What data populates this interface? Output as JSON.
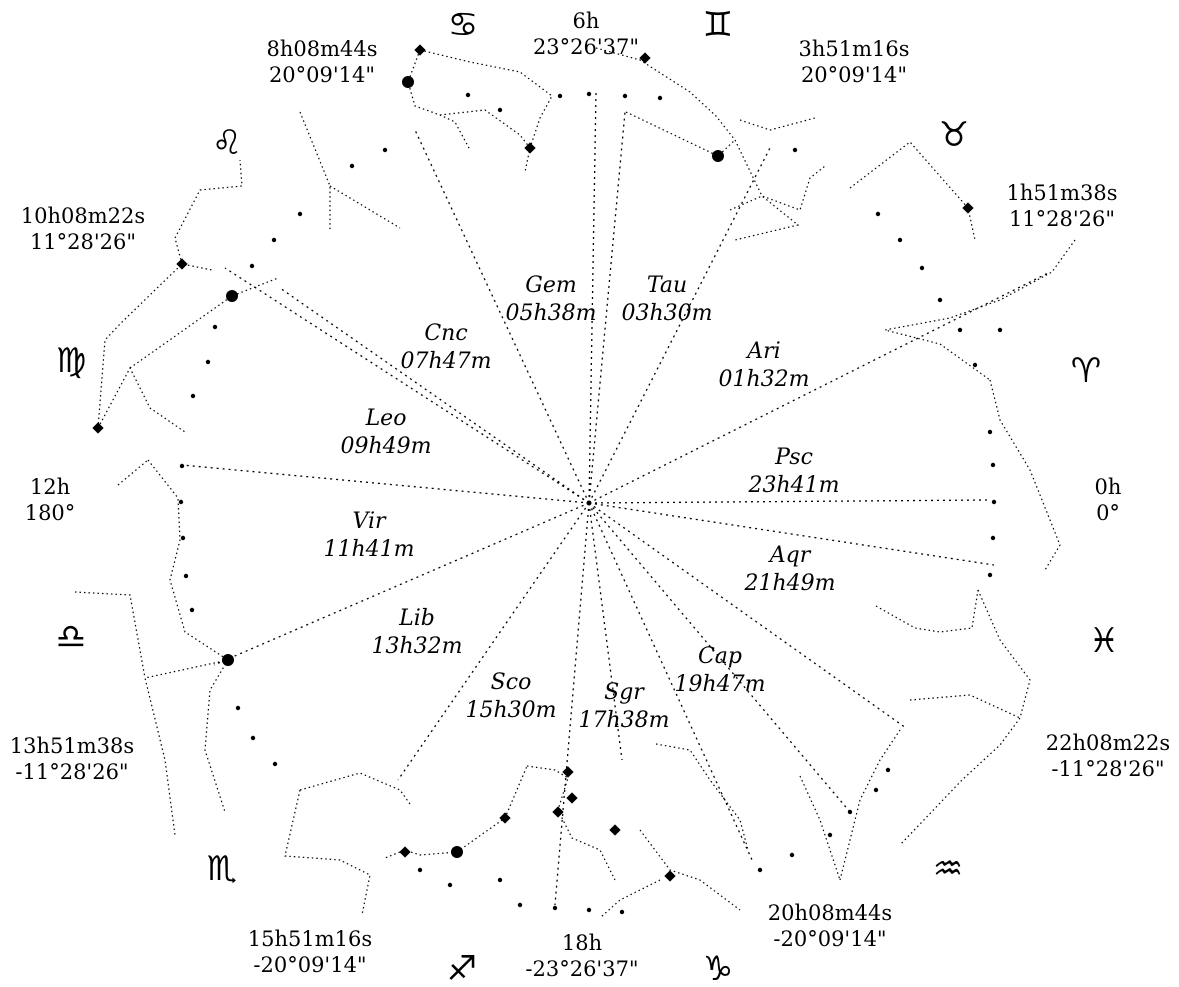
{
  "chart_data": {
    "type": "diagram",
    "boundary_labels": [
      {
        "ra": "6h",
        "dec": "23°26'37\""
      },
      {
        "ra": "8h08m44s",
        "dec": "20°09'14\""
      },
      {
        "ra": "3h51m16s",
        "dec": "20°09'14\""
      },
      {
        "ra": "1h51m38s",
        "dec": "11°28'26\""
      },
      {
        "ra": "10h08m22s",
        "dec": "11°28'26\""
      },
      {
        "ra": "12h",
        "dec": "180°"
      },
      {
        "ra": "0h",
        "dec": "0°"
      },
      {
        "ra": "13h51m38s",
        "dec": "-11°28'26\""
      },
      {
        "ra": "22h08m22s",
        "dec": "-11°28'26\""
      },
      {
        "ra": "15h51m16s",
        "dec": "-20°09'14\""
      },
      {
        "ra": "18h",
        "dec": "-23°26'37\""
      },
      {
        "ra": "20h08m44s",
        "dec": "-20°09'14\""
      }
    ],
    "constellations": [
      {
        "abbr": "Gem",
        "ra": "05h38m"
      },
      {
        "abbr": "Tau",
        "ra": "03h30m"
      },
      {
        "abbr": "Cnc",
        "ra": "07h47m"
      },
      {
        "abbr": "Ari",
        "ra": "01h32m"
      },
      {
        "abbr": "Leo",
        "ra": "09h49m"
      },
      {
        "abbr": "Psc",
        "ra": "23h41m"
      },
      {
        "abbr": "Vir",
        "ra": "11h41m"
      },
      {
        "abbr": "Aqr",
        "ra": "21h49m"
      },
      {
        "abbr": "Lib",
        "ra": "13h32m"
      },
      {
        "abbr": "Cap",
        "ra": "19h47m"
      },
      {
        "abbr": "Sco",
        "ra": "15h30m"
      },
      {
        "abbr": "Sgr",
        "ra": "17h38m"
      }
    ],
    "zodiac_symbols": [
      {
        "name": "cancer",
        "glyph": "♋"
      },
      {
        "name": "gemini",
        "glyph": "♊"
      },
      {
        "name": "taurus",
        "glyph": "♉"
      },
      {
        "name": "leo",
        "glyph": "♌"
      },
      {
        "name": "aries",
        "glyph": "♈"
      },
      {
        "name": "virgo",
        "glyph": "♍"
      },
      {
        "name": "libra",
        "glyph": "♎"
      },
      {
        "name": "pisces",
        "glyph": "♓"
      },
      {
        "name": "scorpio",
        "glyph": "♏"
      },
      {
        "name": "aquarius",
        "glyph": "♒"
      },
      {
        "name": "sagittarius",
        "glyph": "♐"
      },
      {
        "name": "capricorn",
        "glyph": "♑"
      }
    ]
  }
}
